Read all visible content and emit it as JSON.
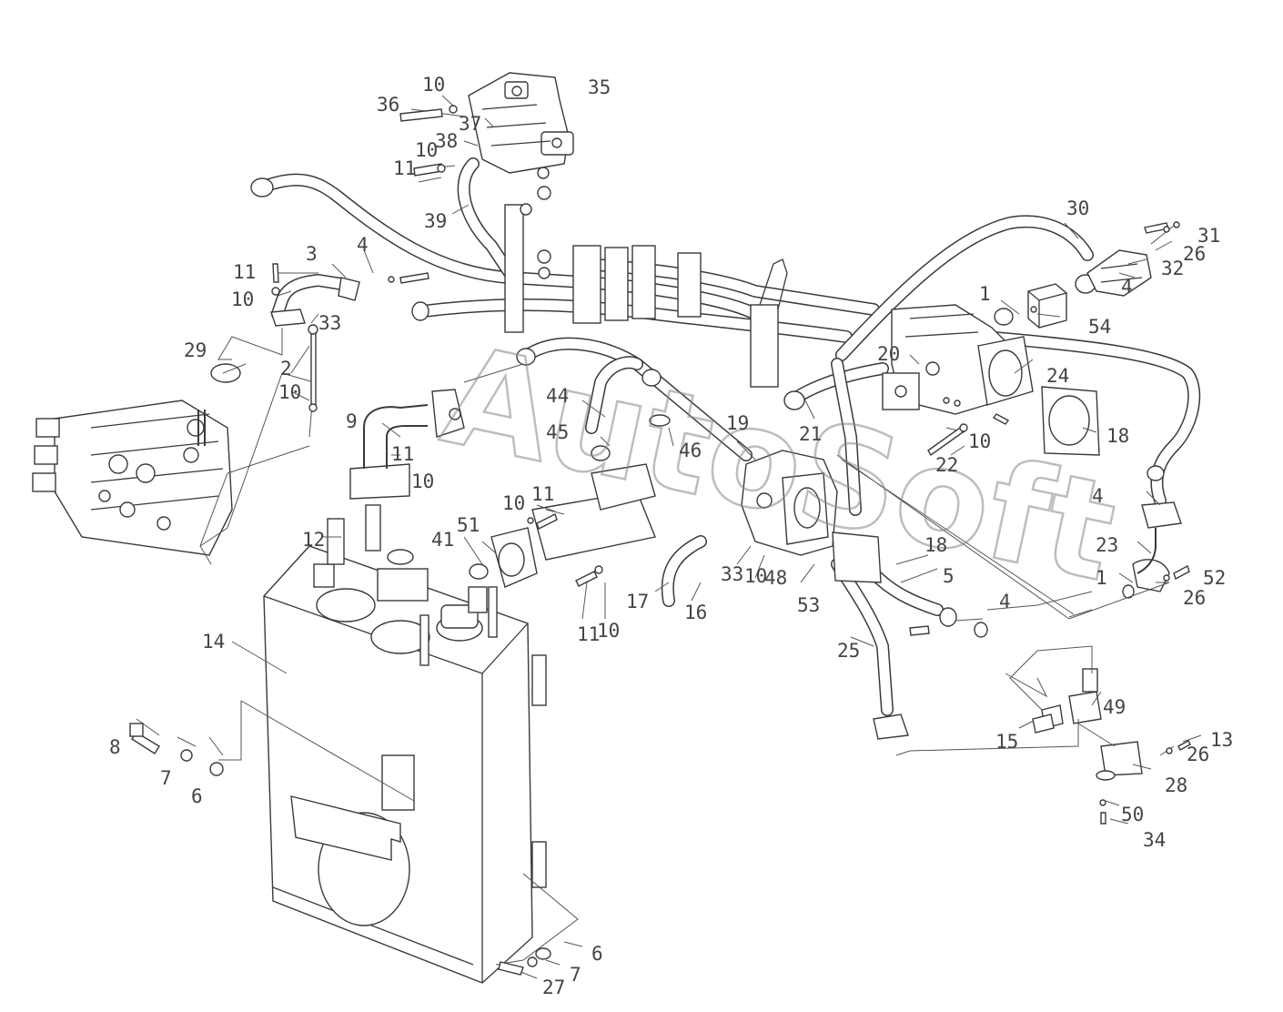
{
  "watermark": "AutoSoft",
  "callouts": [
    {
      "id": "c1",
      "label": "10"
    },
    {
      "id": "c2",
      "label": "35"
    },
    {
      "id": "c3",
      "label": "36"
    },
    {
      "id": "c4",
      "label": "37"
    },
    {
      "id": "c5",
      "label": "38"
    },
    {
      "id": "c6",
      "label": "10"
    },
    {
      "id": "c7",
      "label": "11"
    },
    {
      "id": "c8",
      "label": "39"
    },
    {
      "id": "c9",
      "label": "30"
    },
    {
      "id": "c10",
      "label": "31"
    },
    {
      "id": "c11",
      "label": "26"
    },
    {
      "id": "c12",
      "label": "32"
    },
    {
      "id": "c13",
      "label": "4"
    },
    {
      "id": "c14",
      "label": "11"
    },
    {
      "id": "c15",
      "label": "3"
    },
    {
      "id": "c16",
      "label": "4"
    },
    {
      "id": "c17",
      "label": "10"
    },
    {
      "id": "c18",
      "label": "33"
    },
    {
      "id": "c19",
      "label": "1"
    },
    {
      "id": "c20",
      "label": "54"
    },
    {
      "id": "c21",
      "label": "29"
    },
    {
      "id": "c22",
      "label": "2"
    },
    {
      "id": "c23",
      "label": "10"
    },
    {
      "id": "c24",
      "label": "20"
    },
    {
      "id": "c25",
      "label": "24"
    },
    {
      "id": "c26",
      "label": "44"
    },
    {
      "id": "c27",
      "label": "21"
    },
    {
      "id": "c28",
      "label": "18"
    },
    {
      "id": "c29",
      "label": "9"
    },
    {
      "id": "c30",
      "label": "45"
    },
    {
      "id": "c31",
      "label": "46"
    },
    {
      "id": "c32",
      "label": "19"
    },
    {
      "id": "c33",
      "label": "10"
    },
    {
      "id": "c34",
      "label": "22"
    },
    {
      "id": "c35",
      "label": "11"
    },
    {
      "id": "c36",
      "label": "10"
    },
    {
      "id": "c37",
      "label": "10"
    },
    {
      "id": "c38",
      "label": "11"
    },
    {
      "id": "c39",
      "label": "4"
    },
    {
      "id": "c40",
      "label": "12"
    },
    {
      "id": "c41",
      "label": "51"
    },
    {
      "id": "c42",
      "label": "18"
    },
    {
      "id": "c43",
      "label": "23"
    },
    {
      "id": "c44",
      "label": "41"
    },
    {
      "id": "c45",
      "label": "5"
    },
    {
      "id": "c46",
      "label": "33"
    },
    {
      "id": "c47",
      "label": "10"
    },
    {
      "id": "c48",
      "label": "48"
    },
    {
      "id": "c49",
      "label": "52"
    },
    {
      "id": "c50",
      "label": "17"
    },
    {
      "id": "c51",
      "label": "16"
    },
    {
      "id": "c52",
      "label": "53"
    },
    {
      "id": "c53",
      "label": "1"
    },
    {
      "id": "c54",
      "label": "26"
    },
    {
      "id": "c55",
      "label": "11"
    },
    {
      "id": "c56",
      "label": "10"
    },
    {
      "id": "c57",
      "label": "4"
    },
    {
      "id": "c58",
      "label": "14"
    },
    {
      "id": "c59",
      "label": "25"
    },
    {
      "id": "c60",
      "label": "49"
    },
    {
      "id": "c61",
      "label": "8"
    },
    {
      "id": "c62",
      "label": "7"
    },
    {
      "id": "c63",
      "label": "6"
    },
    {
      "id": "c64",
      "label": "15"
    },
    {
      "id": "c65",
      "label": "13"
    },
    {
      "id": "c66",
      "label": "26"
    },
    {
      "id": "c67",
      "label": "28"
    },
    {
      "id": "c68",
      "label": "50"
    },
    {
      "id": "c69",
      "label": "34"
    },
    {
      "id": "c70",
      "label": "6"
    },
    {
      "id": "c71",
      "label": "7"
    },
    {
      "id": "c72",
      "label": "27"
    }
  ]
}
